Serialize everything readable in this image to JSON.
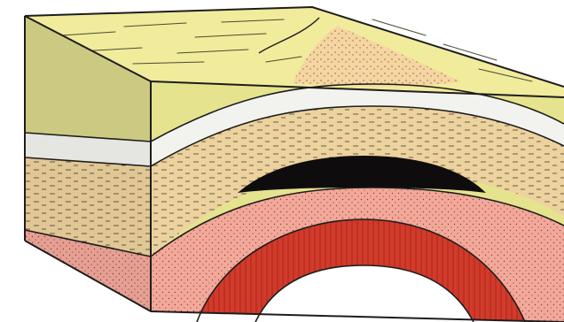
{
  "diagram": {
    "colors": {
      "surface": "#f1eb9c",
      "front_top_layer": "#e6e38e",
      "side_top_layer": "#d7d48a",
      "exposed_core": "#f5d6a2",
      "white_bed": "#f2f2ef",
      "tan_bed": "#ecd29e",
      "dark_pocket": "#0e0c0c",
      "pink_bed": "#f3a89a",
      "red_core": "#d23a2a",
      "outline": "#1d1d1d",
      "background": "#ffffff"
    },
    "layers": [
      {
        "id": "surface-layer",
        "color_key": "surface"
      },
      {
        "id": "white-bed",
        "color_key": "white_bed"
      },
      {
        "id": "tan-bed",
        "color_key": "tan_bed"
      },
      {
        "id": "dark-pocket",
        "color_key": "dark_pocket"
      },
      {
        "id": "pink-bed",
        "color_key": "pink_bed"
      },
      {
        "id": "red-core",
        "color_key": "red_core"
      }
    ]
  }
}
